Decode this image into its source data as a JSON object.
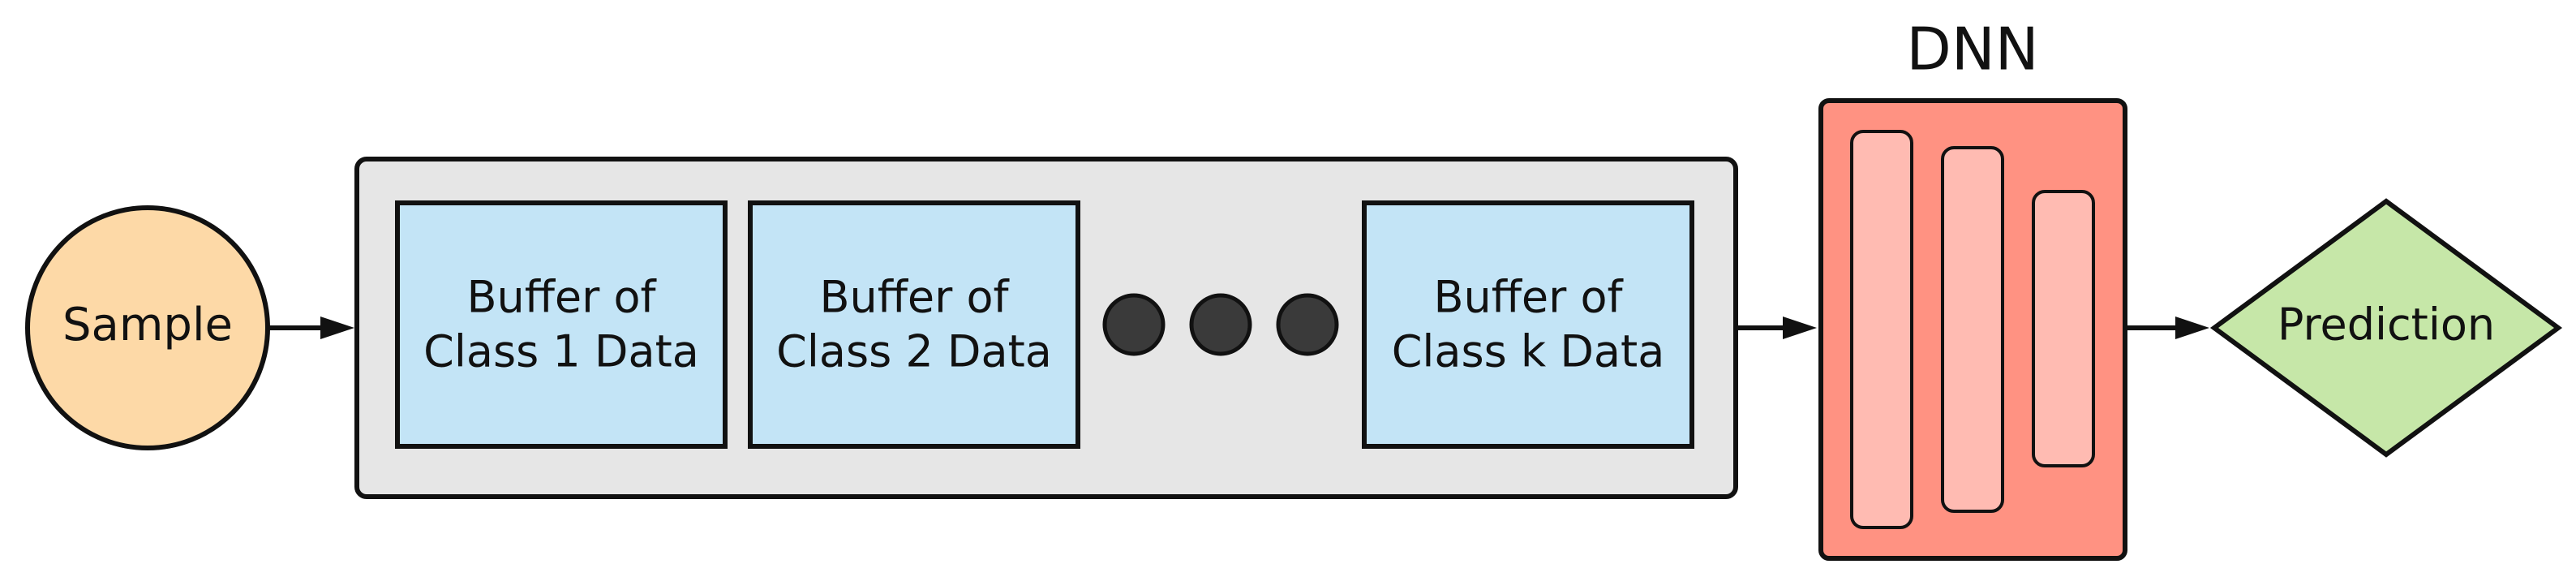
{
  "diagram": {
    "sample": {
      "label": "Sample"
    },
    "buffers": [
      {
        "line1": "Buffer of",
        "line2": "Class 1 Data"
      },
      {
        "line1": "Buffer of",
        "line2": "Class 2 Data"
      },
      {
        "line1": "Buffer of",
        "line2": "Class k Data"
      }
    ],
    "dnn": {
      "title": "DNN"
    },
    "prediction": {
      "label": "Prediction"
    }
  },
  "colors": {
    "sample_fill": "#FDD9A7",
    "container_fill": "#E6E6E6",
    "buffer_fill": "#C3E4F6",
    "ellipsis_fill": "#3A3A3A",
    "dnn_fill": "#FF9282",
    "dnn_layer_fill": "#FFBBB2",
    "prediction_fill": "#C6E7A8",
    "stroke": "#111111"
  }
}
